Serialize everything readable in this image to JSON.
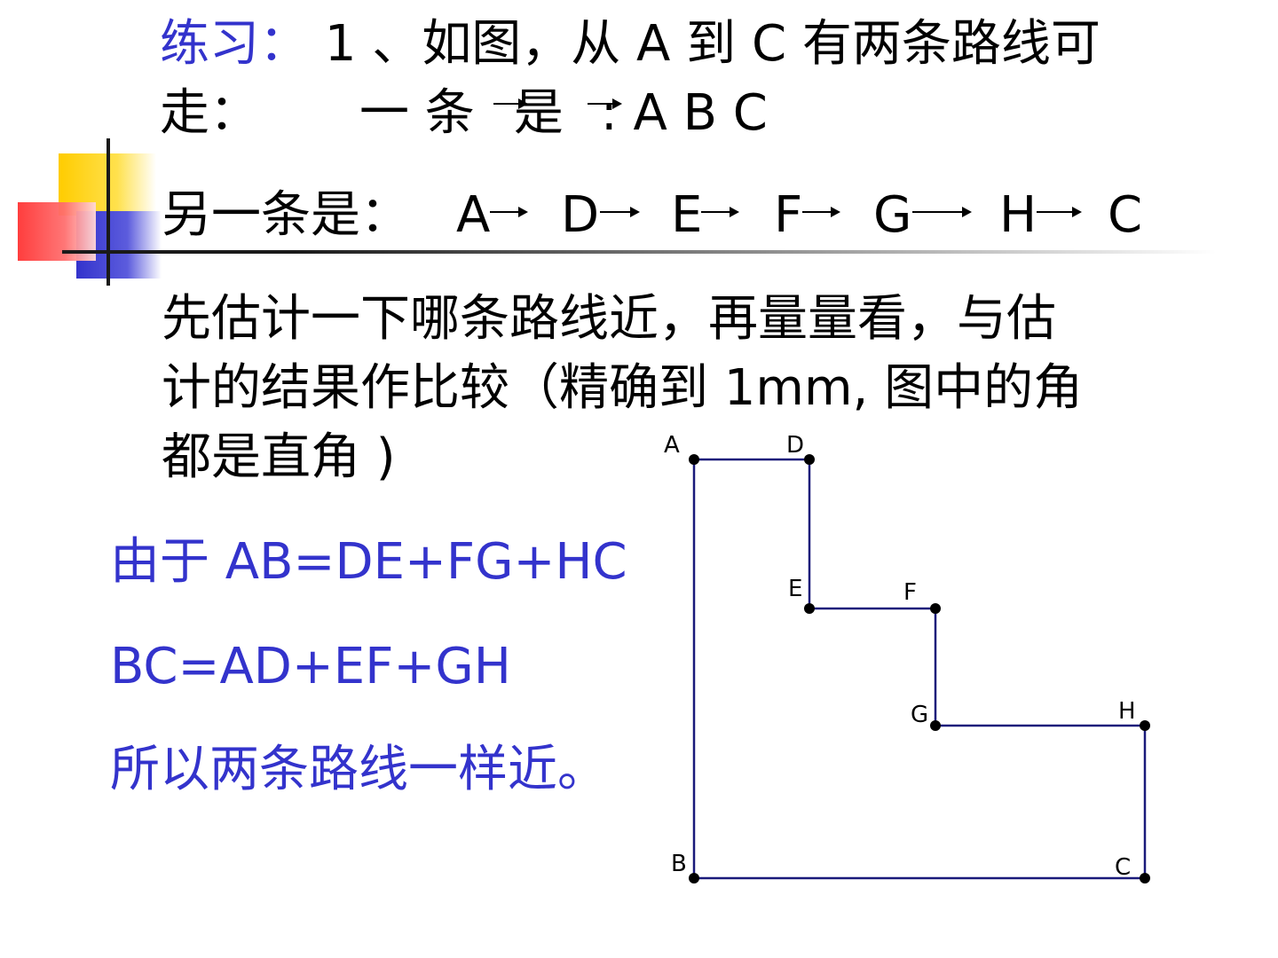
{
  "exercise": {
    "label": "练习：",
    "line1": "1 、如图，从 A 到 C 有两条路线可",
    "line2_start": "走：",
    "line2_mid": "一  条",
    "line2_is": "是",
    "line2_end": ":  A    B    C",
    "line3_prefix": "另一条是：",
    "route2_points": [
      "A",
      "D",
      "E",
      "F",
      "G",
      "H",
      "C"
    ],
    "line4": "先估计一下哪条路线近，再量量看，与估",
    "line5": "计的结果作比较（精确到 1mm, 图中的角",
    "line6": "都是直角 )"
  },
  "answer": {
    "line1": "由于 AB=DE+FG+HC",
    "line2": "BC=AD+EF+GH",
    "line3": "所以两条路线一样近。"
  },
  "figure": {
    "points": [
      {
        "name": "A",
        "label": "A"
      },
      {
        "name": "D",
        "label": "D"
      },
      {
        "name": "E",
        "label": "E"
      },
      {
        "name": "F",
        "label": "F"
      },
      {
        "name": "G",
        "label": "G"
      },
      {
        "name": "H",
        "label": "H"
      },
      {
        "name": "B",
        "label": "B"
      },
      {
        "name": "C",
        "label": "C"
      }
    ],
    "line_color": "#1a1a7a",
    "dot_color": "#000000"
  },
  "colors": {
    "accent_blue": "#3333cc",
    "deco_yellow": "#ffcc00",
    "deco_red": "#ff3333",
    "deco_blue": "#3333cc"
  }
}
